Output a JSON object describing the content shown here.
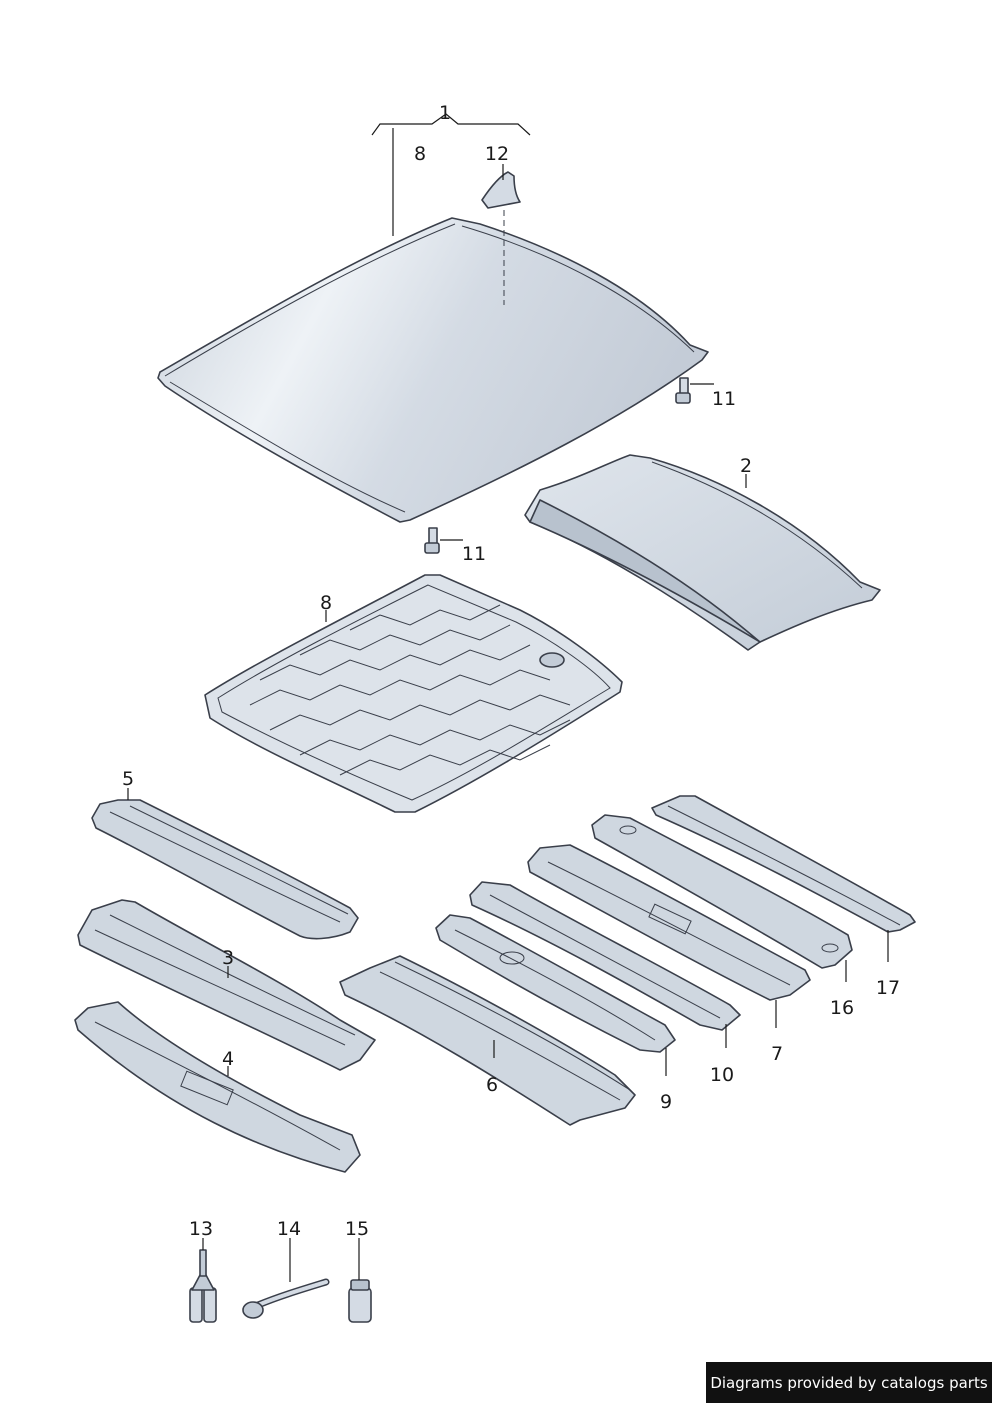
{
  "callouts": {
    "c1": "1",
    "c2": "2",
    "c3": "3",
    "c4": "4",
    "c5": "5",
    "c6": "6",
    "c7": "7",
    "c8_top": "8",
    "c8": "8",
    "c9": "9",
    "c10": "10",
    "c11_right": "11",
    "c11_left": "11",
    "c12": "12",
    "c13": "13",
    "c14": "14",
    "c15": "15",
    "c16": "16",
    "c17": "17"
  },
  "credit": "Diagrams provided by catalogs parts",
  "colors": {
    "panel_fill": "#d4dbe4",
    "panel_light": "#eef2f6",
    "outline": "#3a3f4a",
    "credit_bg": "#111111",
    "credit_text": "#ffffff"
  }
}
